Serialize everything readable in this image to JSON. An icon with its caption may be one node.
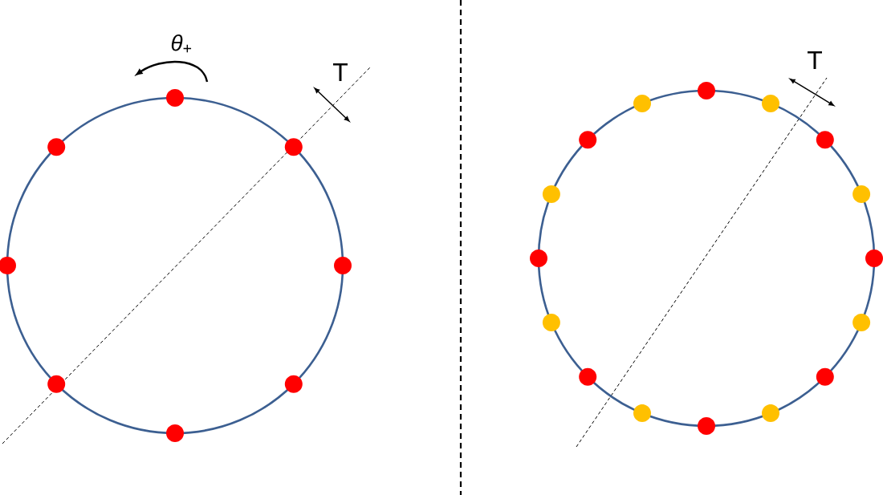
{
  "diagram": {
    "labels": [
      "*θ*$_{+}$",
      "T",
      "T"
    ]
  }
}
